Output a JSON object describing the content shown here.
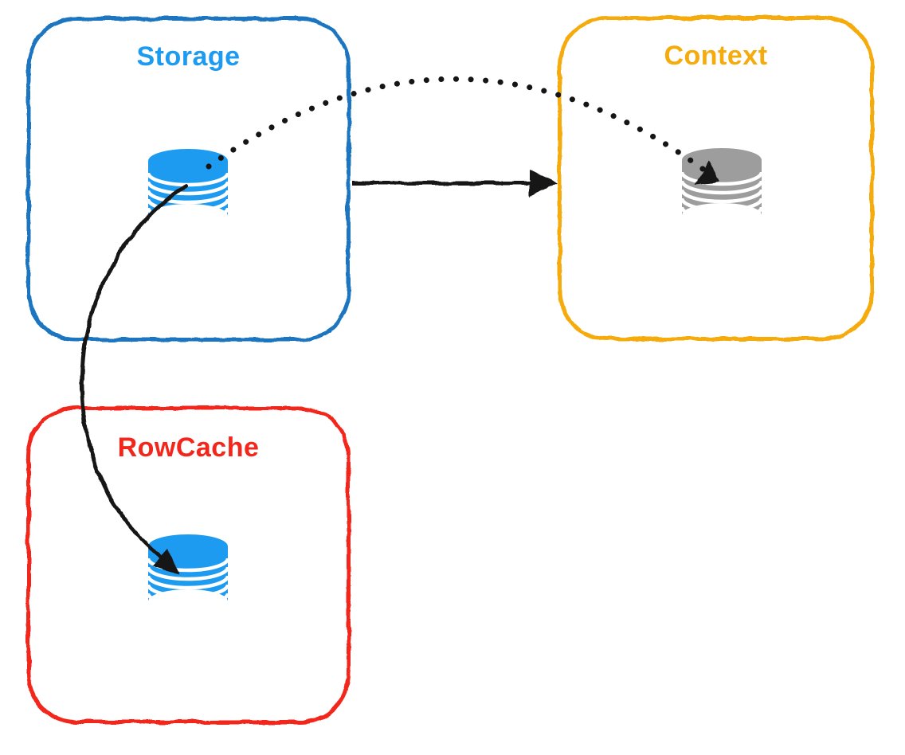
{
  "diagram": {
    "background": "#FFFFFF",
    "nodes": [
      {
        "id": "storage",
        "label": "Storage",
        "border_color": "#1B74C0",
        "label_color": "#1D9BF0",
        "icon": "database-icon",
        "icon_color": "#1D9BF0"
      },
      {
        "id": "context",
        "label": "Context",
        "border_color": "#F6AB0D",
        "label_color": "#F6AB0D",
        "icon": "database-icon",
        "icon_color": "#9D9D9D"
      },
      {
        "id": "rowcache",
        "label": "RowCache",
        "border_color": "#F3261B",
        "label_color": "#F3261B",
        "icon": "database-icon",
        "icon_color": "#1D9BF0"
      }
    ],
    "edges": [
      {
        "from": "storage-database",
        "to": "context-database",
        "style": "dotted-curve",
        "arrowhead": "filled-triangle",
        "color": "#151515"
      },
      {
        "from": "storage-box",
        "to": "context-box",
        "style": "solid-straight",
        "arrowhead": "filled-triangle",
        "color": "#151515"
      },
      {
        "from": "storage-database",
        "to": "rowcache-database",
        "style": "solid-curve",
        "arrowhead": "filled-triangle",
        "color": "#151515"
      }
    ]
  }
}
